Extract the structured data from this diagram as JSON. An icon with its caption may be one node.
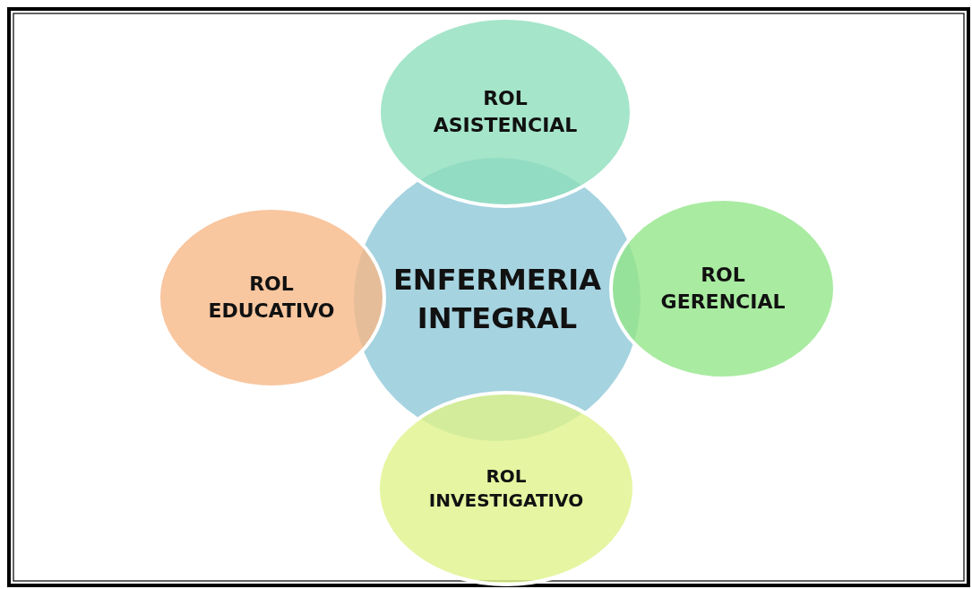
{
  "diagram": {
    "nodes": [
      {
        "text": [
          "ROL ASISTENCIAL"
        ]
      },
      {
        "text": [
          "ROL EDUCATIVO"
        ]
      },
      {
        "text": [
          "ENFERMERIA INTEGRAL"
        ]
      },
      {
        "text": [
          "ROL GERENCIAL"
        ]
      },
      {
        "text": [
          "ROL INVESTIGATIVO"
        ]
      }
    ]
  }
}
